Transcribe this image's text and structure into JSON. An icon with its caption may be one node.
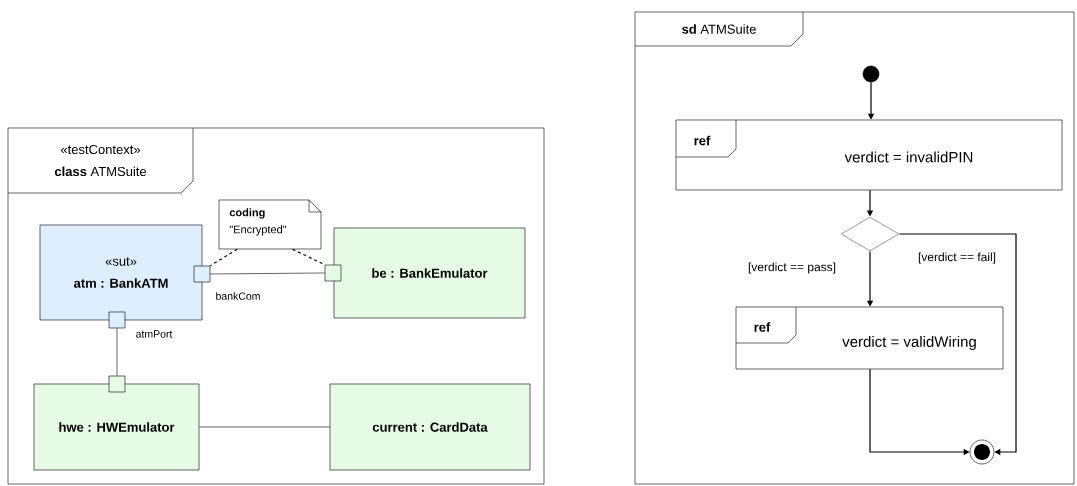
{
  "diagram": {
    "nodes": [
      {
        "text": [
          "«testContext»",
          "**class** ATMSuite"
        ]
      },
      {
        "text": [
          "«sut»",
          "atm : BankATM"
        ],
        "in": 0
      },
      {
        "text": [],
        "shape": "box",
        "beside": [
          "bankCom"
        ],
        "in": 0
      },
      {
        "text": [
          "be : BankEmulator"
        ],
        "in": 0
      },
      {
        "text": [],
        "shape": "box",
        "in": 0
      },
      {
        "text": [],
        "shape": "box",
        "beside": [
          "atmPort"
        ],
        "in": 0
      },
      {
        "text": [
          "hwe : HWEmulator"
        ],
        "in": 0
      },
      {
        "text": [],
        "shape": "box",
        "in": 0
      },
      {
        "text": [
          "current : CardData"
        ],
        "in": 0
      },
      {
        "text": [
          "coding",
          "\"Encrypted\""
        ],
        "in": 0
      },
      {
        "text": [
          "**sd** ATMSuite"
        ]
      },
      {
        "text": [],
        "shape": "circle",
        "in": 10
      },
      {
        "text": [
          "ref",
          "verdict = invalidPIN"
        ],
        "in": 10
      },
      {
        "text": [],
        "shape": "diamond",
        "in": 10
      },
      {
        "text": [
          "ref",
          "verdict = validWiring"
        ],
        "in": 10
      },
      {
        "text": [],
        "shape": "bullseye",
        "in": 10
      }
    ],
    "edges": [
      {
        "from": 2,
        "to": 4,
        "arrow": "none"
      },
      {
        "from": 5,
        "to": 7,
        "arrow": "none"
      },
      {
        "from": 6,
        "to": 8,
        "arrow": "none"
      },
      {
        "from": 9,
        "to": 2,
        "arrow": "none",
        "style": "dashed"
      },
      {
        "from": 9,
        "to": 4,
        "arrow": "none",
        "style": "dashed"
      },
      {
        "from": 11,
        "to": 12,
        "arrow": "to"
      },
      {
        "from": 12,
        "to": 13,
        "arrow": "to"
      },
      {
        "from": 13,
        "to": 14,
        "arrow": "to",
        "label": "[verdict == pass]"
      },
      {
        "from": 13,
        "to": 15,
        "arrow": "to",
        "label": "[verdict == fail]"
      },
      {
        "from": 14,
        "to": 15,
        "arrow": "to"
      }
    ]
  }
}
